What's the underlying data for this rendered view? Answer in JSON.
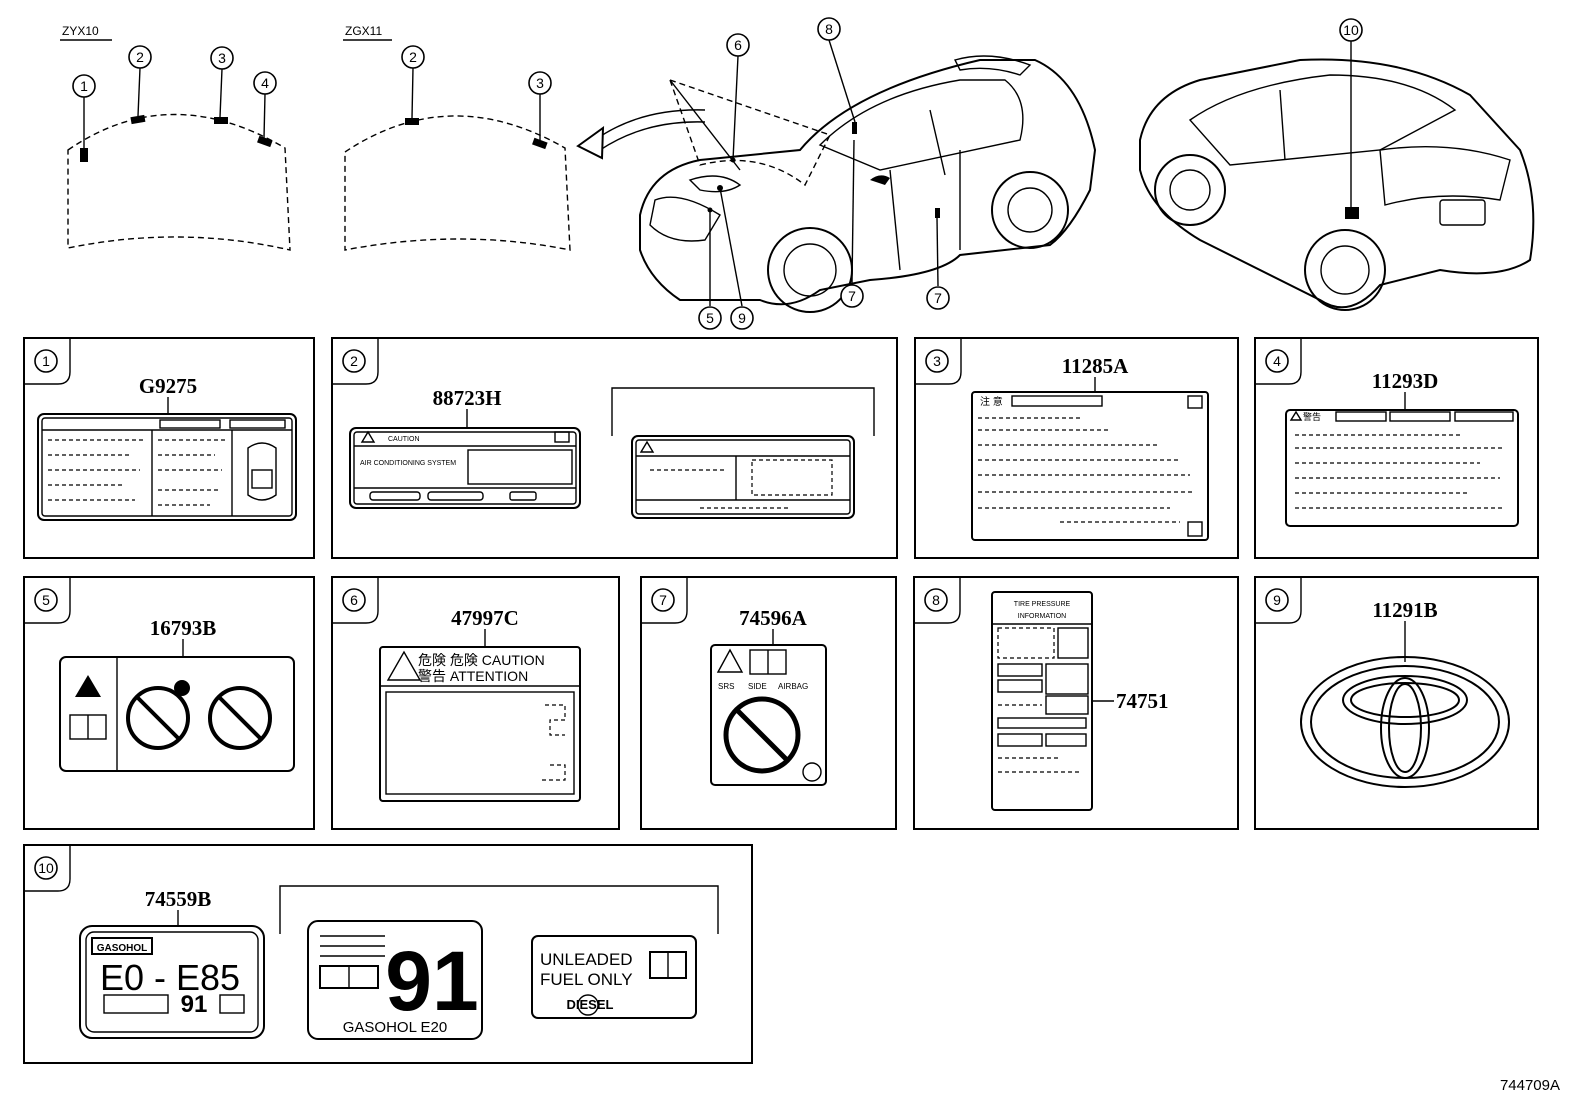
{
  "top": {
    "hood_zyx_label": "ZYX10",
    "hood_zgx_label": "ZGX11"
  },
  "callouts": [
    "1",
    "2",
    "3",
    "4",
    "5",
    "6",
    "7",
    "8",
    "9",
    "10"
  ],
  "panels": {
    "p1": {
      "callout": "1",
      "part": "G9275"
    },
    "p2": {
      "callout": "2",
      "part": "88723H",
      "label_caution": "CAUTION",
      "label_system": "AIR CONDITIONING SYSTEM"
    },
    "p3": {
      "callout": "3",
      "part": "11285A",
      "label_header": "注 意"
    },
    "p4": {
      "callout": "4",
      "part": "11293D",
      "label_header": "警告"
    },
    "p5": {
      "callout": "5",
      "part": "16793B"
    },
    "p6": {
      "callout": "6",
      "part": "47997C",
      "line1": "危険 危険 CAUTION",
      "line2": "警告  ATTENTION"
    },
    "p7": {
      "callout": "7",
      "part": "74596A",
      "srs": "SRS",
      "side": "SIDE",
      "airbag": "AIRBAG"
    },
    "p8": {
      "callout": "8",
      "part": "74751",
      "title1": "TIRE PRESSURE",
      "title2": "INFORMATION"
    },
    "p9": {
      "callout": "9",
      "part": "11291B"
    },
    "p10": {
      "callout": "10",
      "part": "74559B",
      "gasohol_tag": "GASOHOL",
      "e_range": "E0 - E85",
      "octane_small": "91",
      "octane_big": "91",
      "gasohol_e20": "GASOHOL  E20",
      "unleaded1": "UNLEADED",
      "unleaded2": "FUEL ONLY",
      "diesel": "DIESEL"
    }
  },
  "ref_code": "744709A"
}
